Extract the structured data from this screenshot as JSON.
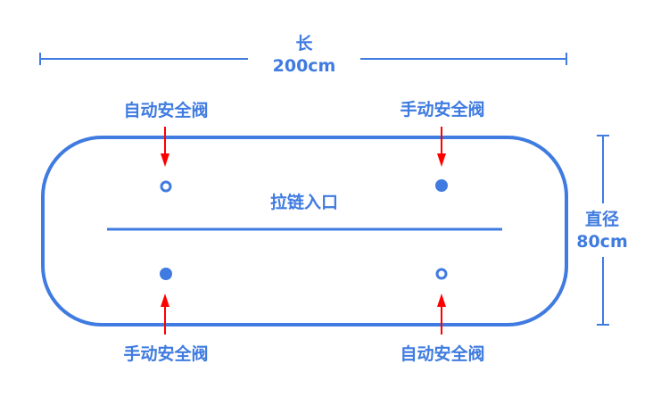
{
  "colors": {
    "primary": "#3f7be0",
    "arrow": "#ff0000"
  },
  "dimensions": {
    "length_label": "长",
    "length_value": "200cm",
    "diameter_label": "直径",
    "diameter_value": "80cm"
  },
  "center_label": "拉链入口",
  "valves": {
    "top_left": {
      "label": "自动安全阀",
      "type": "hollow"
    },
    "top_right": {
      "label": "手动安全阀",
      "type": "filled"
    },
    "bottom_left": {
      "label": "手动安全阀",
      "type": "filled"
    },
    "bottom_right": {
      "label": "自动安全阀",
      "type": "hollow"
    }
  }
}
